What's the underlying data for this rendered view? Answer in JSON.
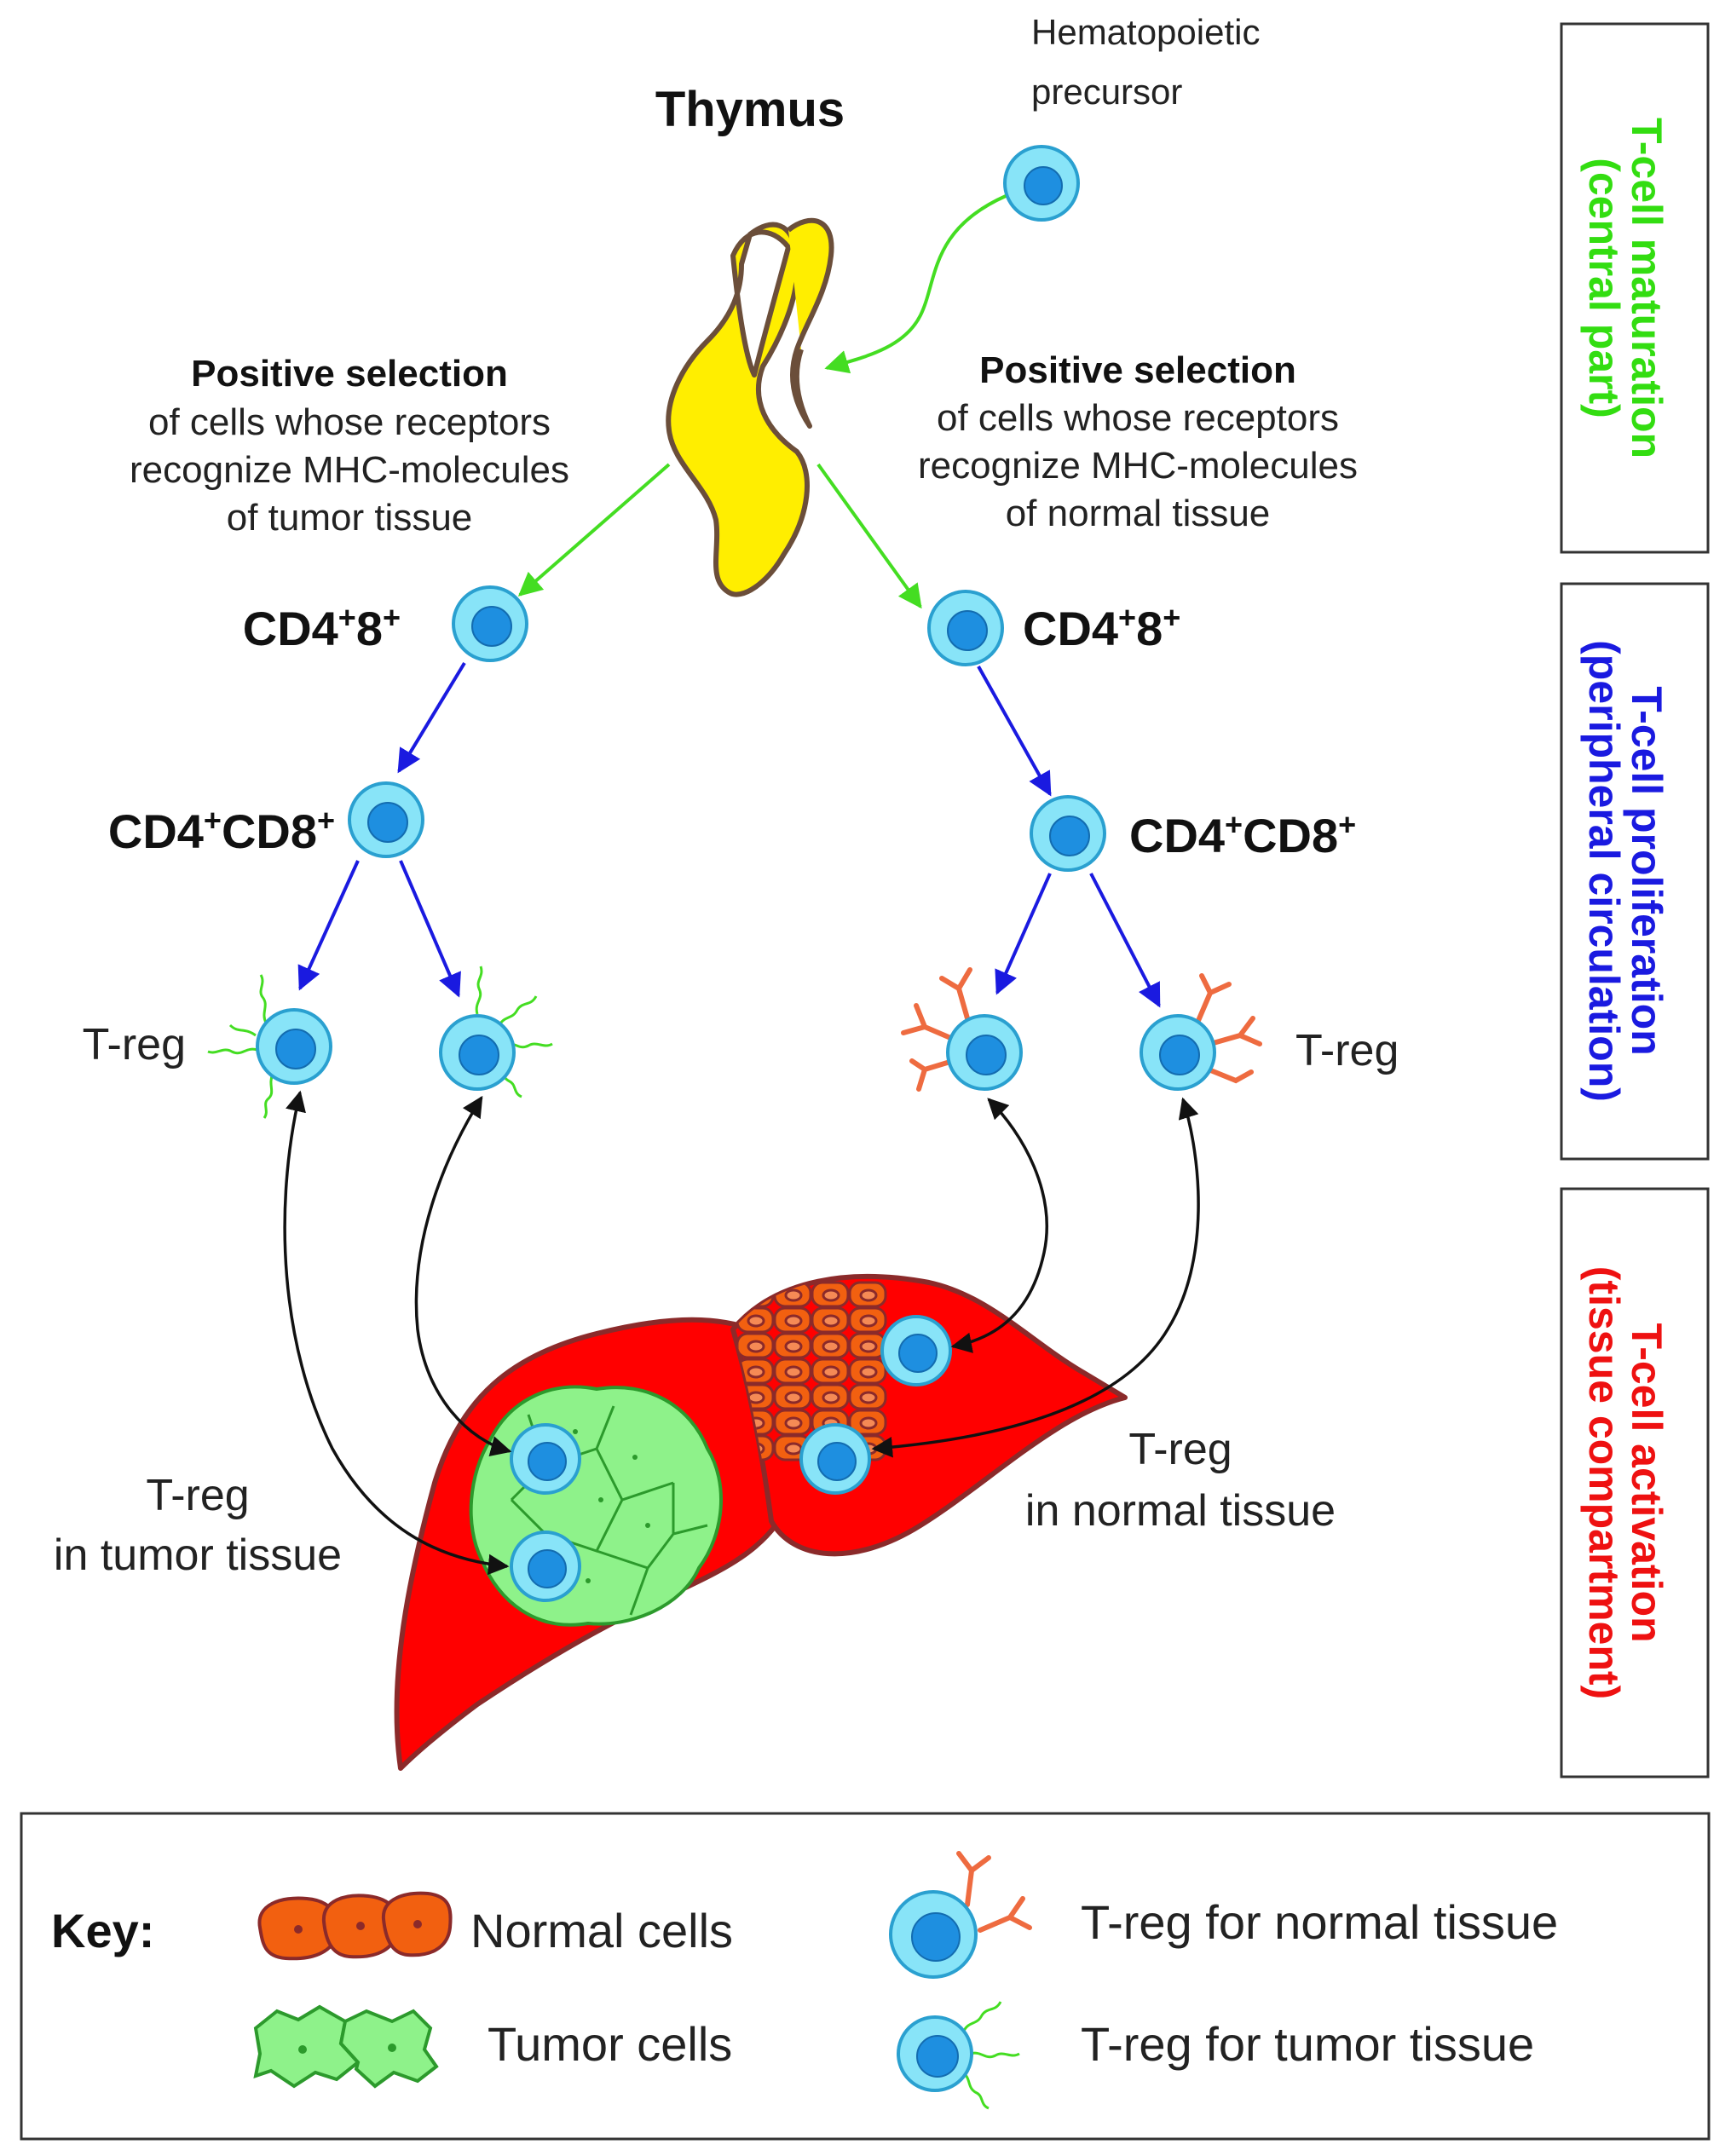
{
  "precursor": {
    "line1": "Hematopoietic",
    "line2": "precursor"
  },
  "thymus": {
    "label": "Thymus"
  },
  "left_selection": {
    "heading": "Positive selection",
    "line1": "of cells whose receptors",
    "line2": "recognize MHC-molecules",
    "line3": "of tumor tissue"
  },
  "right_selection": {
    "heading": "Positive selection",
    "line1": "of cells whose receptors",
    "line2": "recognize MHC-molecules",
    "line3": "of normal tissue"
  },
  "cells": {
    "dp_left": {
      "a": "CD4",
      "b": "8"
    },
    "dp_right": {
      "a": "CD4",
      "b": "8"
    },
    "sp_left": {
      "a": "CD4",
      "b": "CD8"
    },
    "sp_right": {
      "a": "CD4",
      "b": "CD8"
    },
    "plus": "+",
    "treg_left": "T-reg",
    "treg_right": "T-reg"
  },
  "tissue": {
    "tumor_line1": "T-reg",
    "tumor_line2": "in tumor tissue",
    "normal_line1": "T-reg",
    "normal_line2": "in normal tissue"
  },
  "stages": [
    {
      "line1": "T-cell maturation",
      "line2": "(central part)",
      "color": "#33dd11"
    },
    {
      "line1": "T-cell proliferation",
      "line2": "(peripheral circulation)",
      "color": "#1a1ae0"
    },
    {
      "line1": "T-cell activation",
      "line2": "(tissue compartment)",
      "color": "#ee1111"
    }
  ],
  "key": {
    "title": "Key:",
    "normal_cells": "Normal cells",
    "tumor_cells": "Tumor cells",
    "treg_normal": "T-reg for normal tissue",
    "treg_tumor": "T-reg for tumor tissue"
  },
  "colors": {
    "thymus": "#ffee00",
    "cell_outer": "#88e4f8",
    "cell_inner": "#1e8fe0",
    "liver": "#ff0000",
    "tumor_cells": "#8ef28a",
    "normal_cells": "#f26010",
    "green_arrow": "#44dd22",
    "blue_arrow": "#1a1ae0"
  }
}
